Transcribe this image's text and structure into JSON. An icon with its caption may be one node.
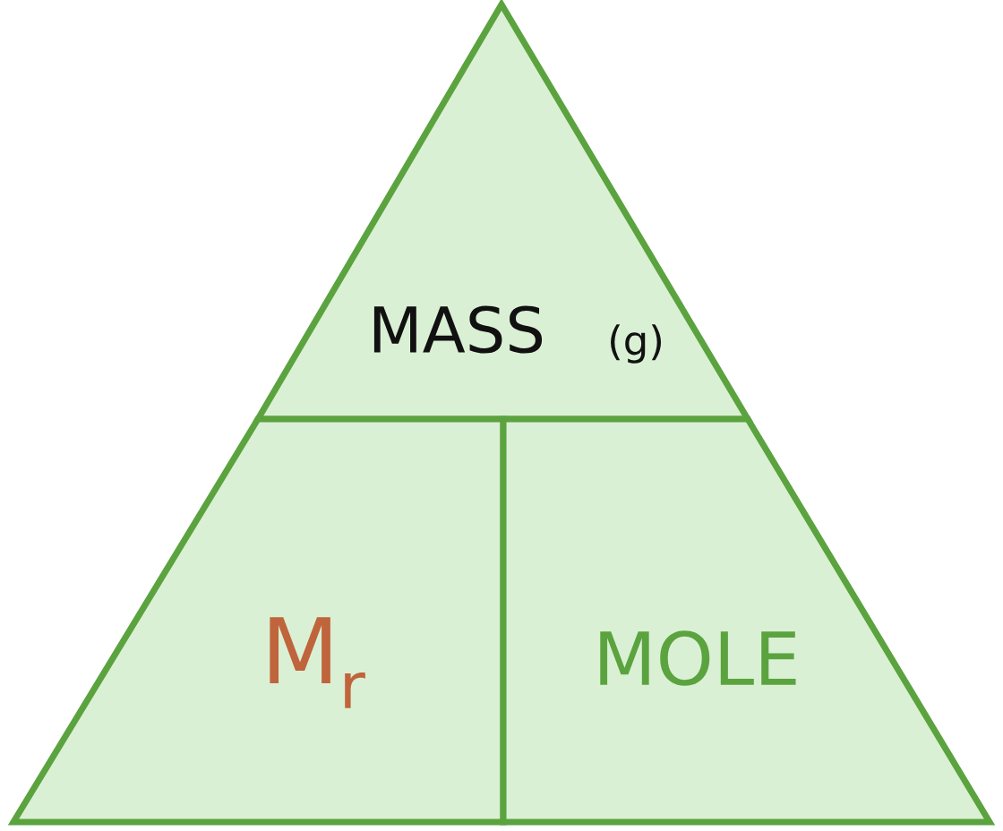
{
  "diagram": {
    "nodes": [
      {
        "text": [
          "MASS",
          "(g)"
        ]
      },
      {
        "text": [
          "M$_{r}$"
        ]
      },
      {
        "text": [
          "MOLE"
        ]
      }
    ]
  }
}
